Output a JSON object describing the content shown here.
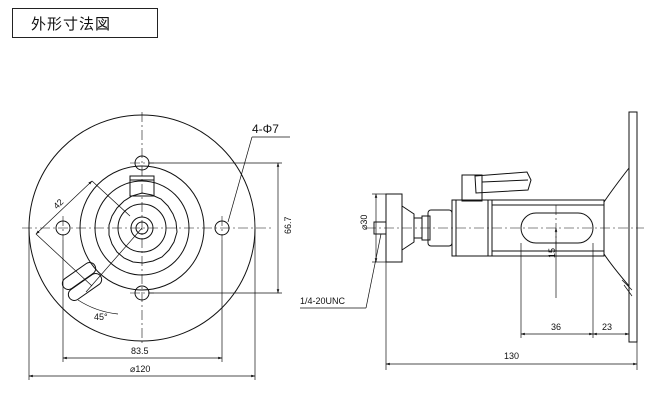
{
  "title": "外形寸法図",
  "labels": {
    "holes": "4-Φ7",
    "dim_42": "42",
    "dim_45deg": "45°",
    "dim_83_5": "83.5",
    "dim_120": "⌀120",
    "dim_66_7": "66.7",
    "dim_30": "⌀30",
    "thread": "1/4-20UNC",
    "dim_15": "15",
    "dim_36": "36",
    "dim_23": "23",
    "dim_130": "130"
  }
}
